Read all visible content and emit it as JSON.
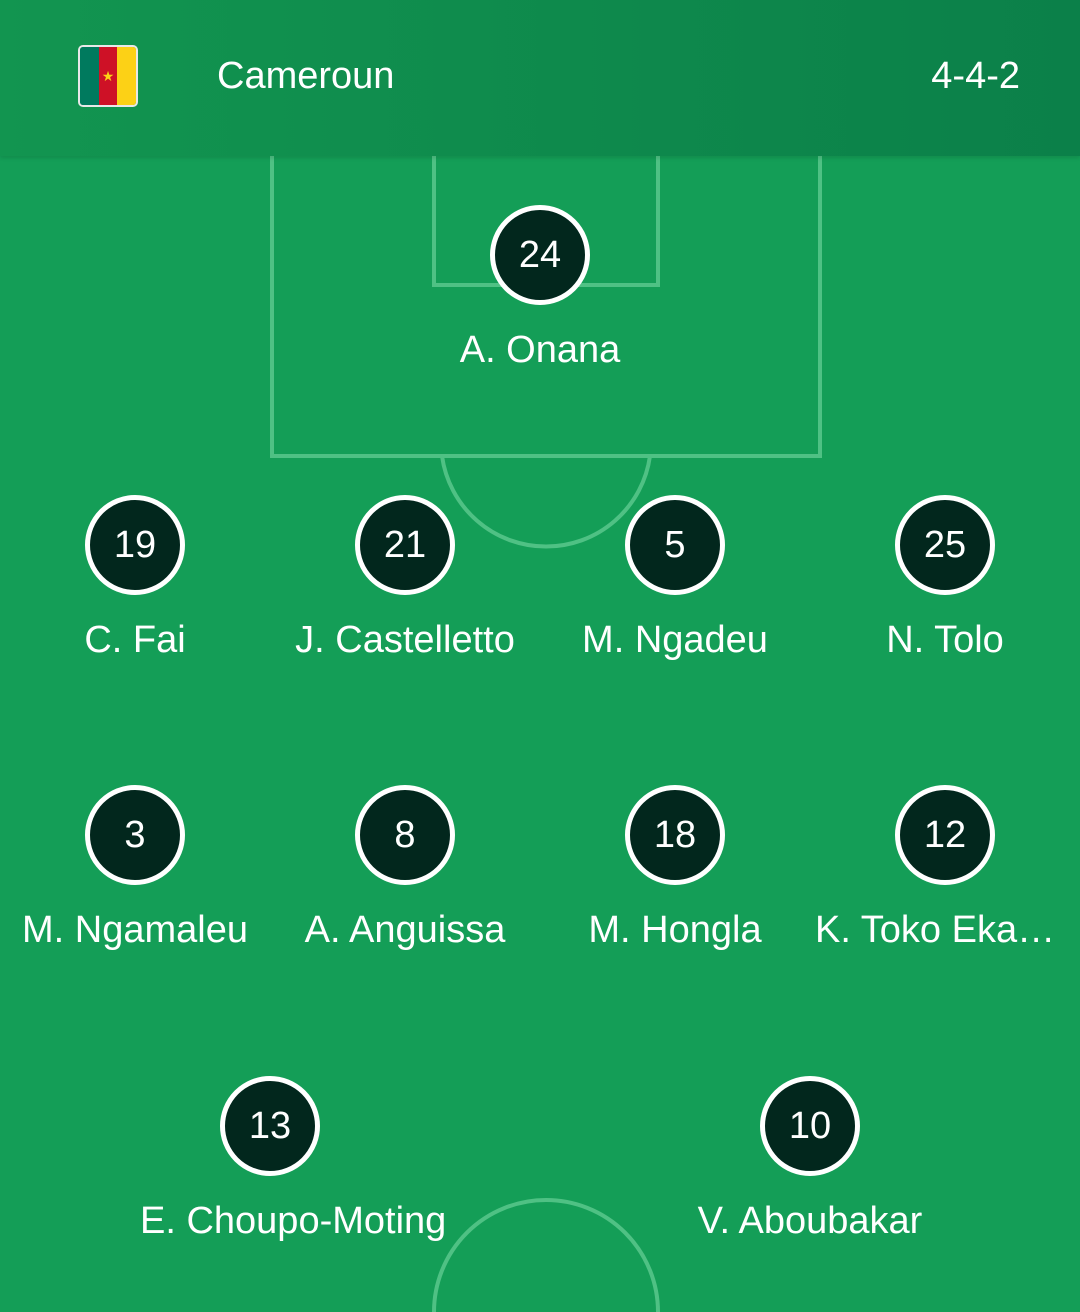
{
  "header": {
    "team_name": "Cameroun",
    "formation": "4-4-2",
    "flag_icon": "cameroon-flag-icon"
  },
  "colors": {
    "pitch": "#149e57",
    "header": "#0d874c",
    "player_badge": "#02271d",
    "lines": "#4fc184"
  },
  "players": {
    "gk": {
      "number": "24",
      "name": "A. Onana"
    },
    "def1": {
      "number": "19",
      "name": "C. Fai"
    },
    "def2": {
      "number": "21",
      "name": "J. Castelletto"
    },
    "def3": {
      "number": "5",
      "name": "M. Ngadeu"
    },
    "def4": {
      "number": "25",
      "name": "N. Tolo"
    },
    "mid1": {
      "number": "3",
      "name": "M. Ngamaleu"
    },
    "mid2": {
      "number": "8",
      "name": "A. Anguissa"
    },
    "mid3": {
      "number": "18",
      "name": "M. Hongla"
    },
    "mid4": {
      "number": "12",
      "name": "K. Toko Ekambi"
    },
    "fw1": {
      "number": "13",
      "name": "E. Choupo-Moting"
    },
    "fw2": {
      "number": "10",
      "name": "V. Aboubakar"
    }
  }
}
